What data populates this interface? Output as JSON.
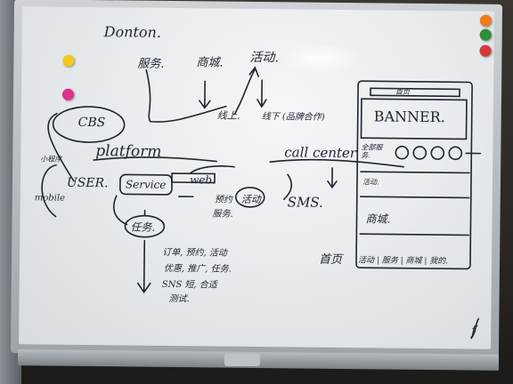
{
  "board": {
    "title": "Donton.",
    "service": "服务.",
    "mall": "商城.",
    "activity": "活动.",
    "online": "线上.",
    "offline": "线下 (品牌合作)",
    "cbs": "CBS",
    "platform": "platform",
    "call_center": "call center",
    "user": "USER.",
    "service_box": "Service",
    "web": "web.",
    "booking": "预约",
    "booking_sub": "服务.",
    "activity_circle": "活动",
    "sms": "SMS.",
    "task": "任务.",
    "notes_1": "订单, 预约, 活动",
    "notes_2": "优惠, 推广, 任务.",
    "notes_3": "SNS 短, 合适",
    "notes_4": "测试.",
    "mini_app": "小程序",
    "mobile": "mobile",
    "homepage": "首页",
    "wireframe": {
      "top_bar": "首页",
      "banner": "BANNER.",
      "row2_label": "全部服务.",
      "row3_label": "活动.",
      "row4_label": "商城.",
      "row5_label": "活动 | 服务 | 商城 | 我的."
    },
    "corner_mark": "f"
  },
  "colors": {
    "board": "#eceff1",
    "ink": "#1e2430",
    "magnet_orange": "#f07a1a",
    "magnet_green": "#2f8f3a",
    "magnet_red": "#d23a3a",
    "magnet_yellow": "#f2c81c",
    "magnet_pink": "#e0308a"
  }
}
